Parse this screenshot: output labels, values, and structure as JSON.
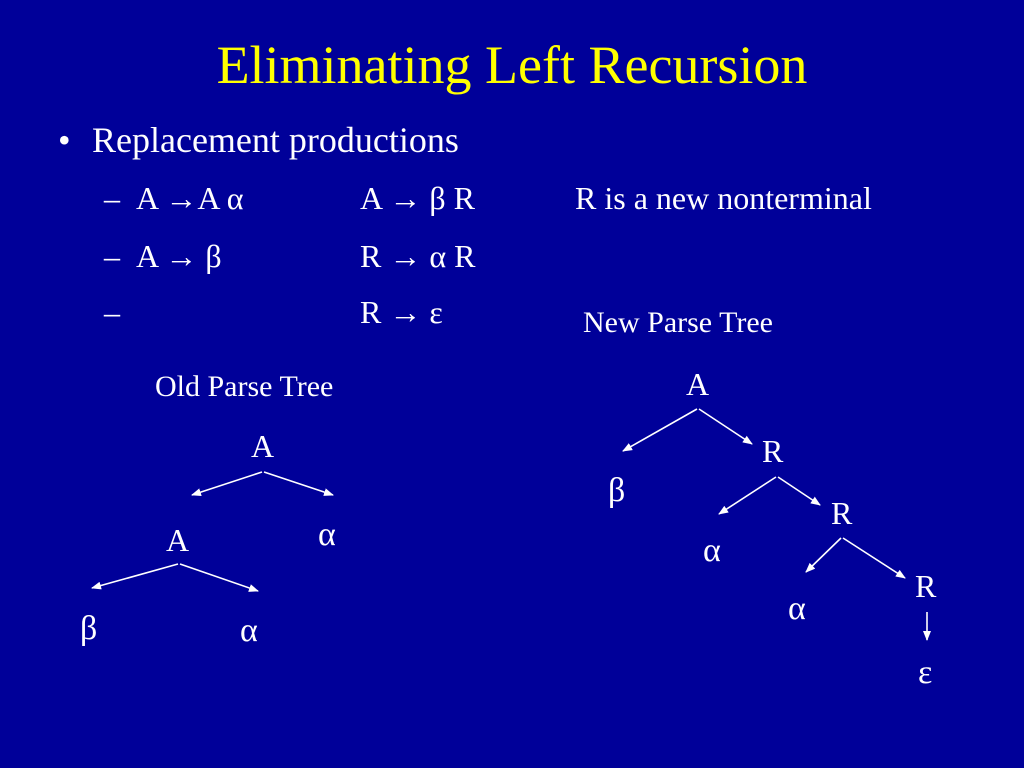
{
  "slide": {
    "title": "Eliminating Left Recursion",
    "bullet": {
      "marker": "•",
      "text": "Replacement productions"
    },
    "productions": [
      {
        "dash": "–",
        "original": "A →A α",
        "replacement": "A → β R",
        "note": "R is a new nonterminal"
      },
      {
        "dash": "–",
        "original": "A → β",
        "replacement": "R → α R",
        "note": ""
      },
      {
        "dash": "–",
        "original": "",
        "replacement": "R → ε",
        "note": ""
      }
    ],
    "old_tree": {
      "label": "Old Parse Tree",
      "nodes": {
        "root": "A",
        "child_a": "A",
        "child_alpha": "α",
        "leaf_beta": "β",
        "leaf_alpha": "α"
      }
    },
    "new_tree": {
      "label": "New Parse Tree",
      "nodes": {
        "root": "A",
        "beta": "β",
        "r1": "R",
        "alpha1": "α",
        "r2": "R",
        "alpha2": "α",
        "r3": "R",
        "epsilon": "ε"
      }
    }
  },
  "colors": {
    "background": "#000099",
    "title": "#ffff00",
    "text": "#ffffff"
  }
}
